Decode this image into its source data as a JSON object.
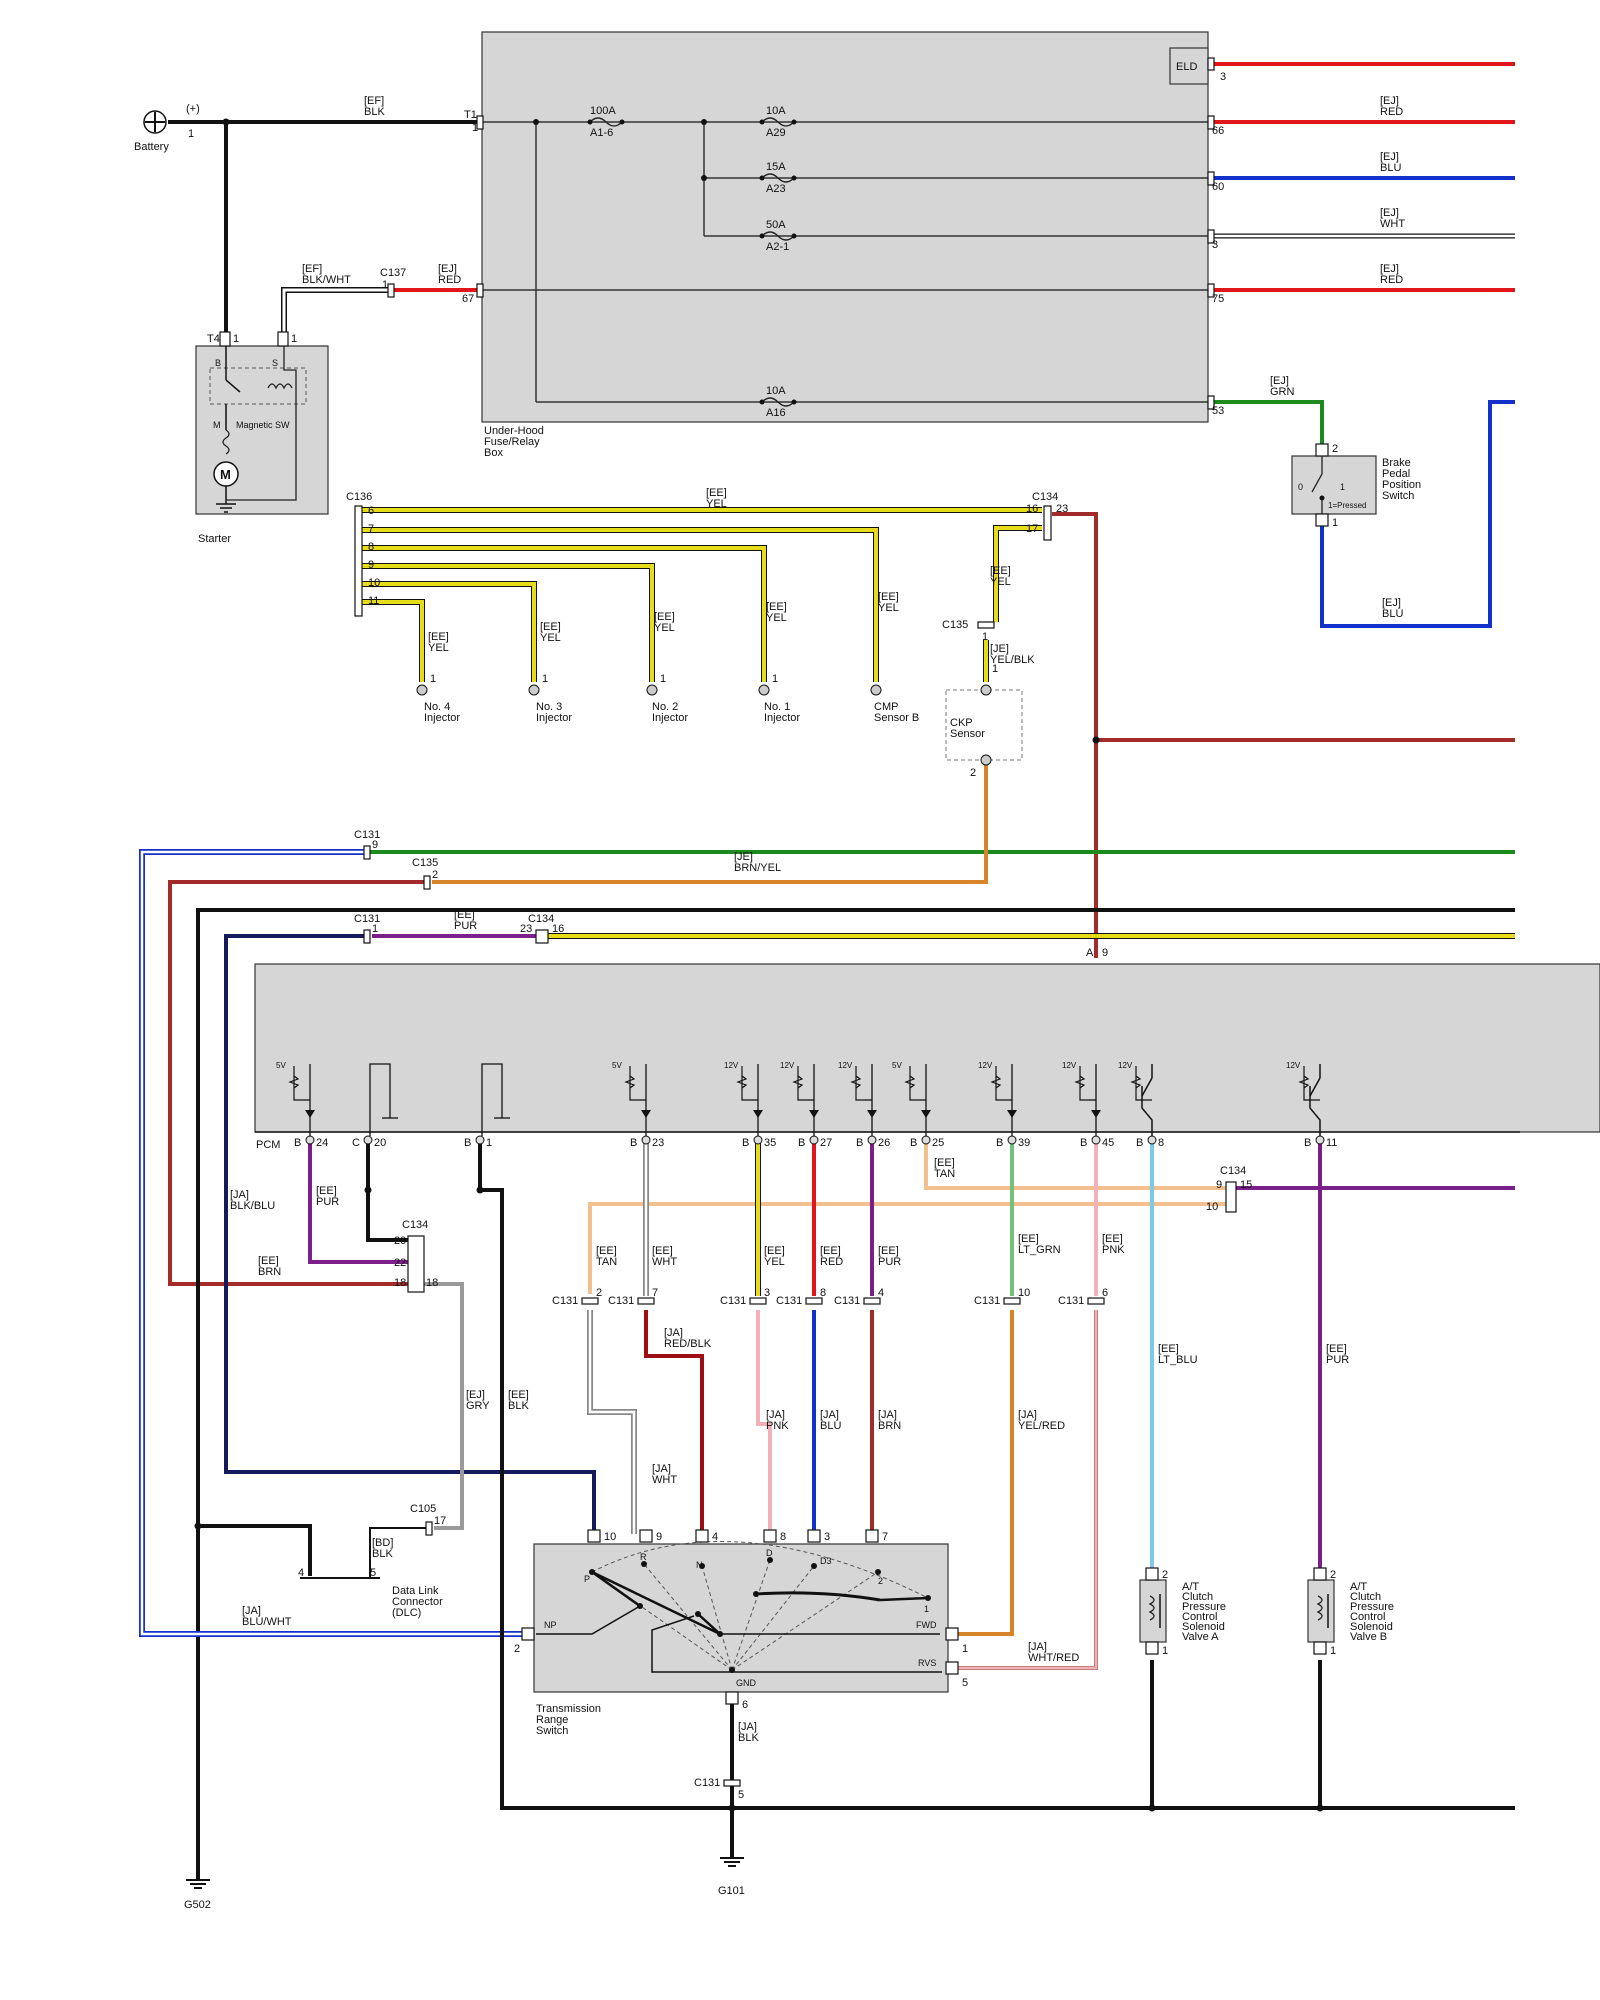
{
  "colors": {
    "RED": "#e0161b",
    "BLU": "#1431c9",
    "GRN": "#1d8a1d",
    "YEL": "#e6dc1a",
    "BLK": "#111111",
    "WHT": "#ffffff",
    "BRN": "#a32c2a",
    "PUR": "#7b1f8a",
    "GRY": "#9a9a9a",
    "TAN": "#f2c08f",
    "PNK": "#f2b1b8",
    "LT_BLU": "#7ec8e8",
    "LT_GRN": "#74c27a",
    "ORANGE": "#d8842a",
    "DKBLU": "#141a5c"
  },
  "fuse_box": {
    "title_lines": [
      "Under-Hood",
      "Fuse/Relay",
      "Box"
    ],
    "eld": "ELD",
    "fuses": [
      {
        "rating": "100A",
        "id": "A1-6"
      },
      {
        "rating": "10A",
        "id": "A29"
      },
      {
        "rating": "15A",
        "id": "A23"
      },
      {
        "rating": "50A",
        "id": "A2-1"
      },
      {
        "rating": "10A",
        "id": "A16"
      }
    ],
    "pins": {
      "t1": "T1",
      "one": "1",
      "p67": "67",
      "p3": "3",
      "p66": "66",
      "p60": "60",
      "p3b": "3",
      "p75": "75",
      "p53": "53"
    }
  },
  "battery": {
    "label": "Battery",
    "plus": "(+)",
    "pin": "1"
  },
  "starter": {
    "label": "Starter",
    "switch": "Magnetic SW",
    "t4": "T4",
    "one": "1",
    "one2": "1",
    "b": "B",
    "s": "S",
    "m": "M"
  },
  "wire_labels": {
    "ef_blk": [
      "[EF]",
      "BLK"
    ],
    "ef_blkwht": [
      "[EF]",
      "BLK/WHT"
    ],
    "ej_red1": [
      "[EJ]",
      "RED"
    ],
    "ej_red2": [
      "[EJ]",
      "RED"
    ],
    "ej_blu": [
      "[EJ]",
      "BLU"
    ],
    "ej_wht": [
      "[EJ]",
      "WHT"
    ],
    "ej_red3": [
      "[EJ]",
      "RED"
    ],
    "ej_grn": [
      "[EJ]",
      "GRN"
    ],
    "ej_blu2": [
      "[EJ]",
      "BLU"
    ],
    "ee_yel_top": [
      "[EE]",
      "YEL"
    ],
    "ee_yel_c135": [
      "[EE]",
      "YEL"
    ],
    "je_yelblk": [
      "[JE]",
      "YEL/BLK"
    ],
    "je_brnyel": [
      "[JE]",
      "BRN/YEL"
    ],
    "ee_pur_top": [
      "[EE]",
      "PUR"
    ],
    "ja_blkblu": [
      "[JA]",
      "BLK/BLU"
    ],
    "ee_pur24": [
      "[EE]",
      "PUR"
    ],
    "ee_brn": [
      "[EE]",
      "BRN"
    ],
    "ej_gry": [
      "[EJ]",
      "GRY"
    ],
    "ee_blk": [
      "[EE]",
      "BLK"
    ],
    "bd_blk": [
      "[BD]",
      "BLK"
    ],
    "ja_bluwht": [
      "[JA]",
      "BLU/WHT"
    ],
    "ee_tan25": [
      "[EE]",
      "TAN"
    ],
    "ee_tan": [
      "[EE]",
      "TAN"
    ],
    "ee_wht": [
      "[EE]",
      "WHT"
    ],
    "ee_yel35": [
      "[EE]",
      "YEL"
    ],
    "ee_red27": [
      "[EE]",
      "RED"
    ],
    "ee_pur26": [
      "[EE]",
      "PUR"
    ],
    "ee_ltgrn": [
      "[EE]",
      "LT_GRN"
    ],
    "ee_pnk": [
      "[EE]",
      "PNK"
    ],
    "ja_redblk": [
      "[JA]",
      "RED/BLK"
    ],
    "ja_pnk": [
      "[JA]",
      "PNK"
    ],
    "ja_blu": [
      "[JA]",
      "BLU"
    ],
    "ja_brn": [
      "[JA]",
      "BRN"
    ],
    "ja_yelred": [
      "[JA]",
      "YEL/RED"
    ],
    "ja_wht": [
      "[JA]",
      "WHT"
    ],
    "ja_whtred": [
      "[JA]",
      "WHT/RED"
    ],
    "ee_ltblu": [
      "[EE]",
      "LT_BLU"
    ],
    "ee_pur11": [
      "[EE]",
      "PUR"
    ],
    "ja_blk": [
      "[JA]",
      "BLK"
    ],
    "ee_yel_inj4": [
      "[EE]",
      "YEL"
    ],
    "ee_yel_inj3": [
      "[EE]",
      "YEL"
    ],
    "ee_yel_inj2": [
      "[EE]",
      "YEL"
    ],
    "ee_yel_inj1": [
      "[EE]",
      "YEL"
    ],
    "ee_yel_cmp": [
      "[EE]",
      "YEL"
    ]
  },
  "c136": {
    "label": "C136",
    "pins": [
      "6",
      "7",
      "8",
      "9",
      "10",
      "11"
    ]
  },
  "components": {
    "injectors": [
      {
        "l1": "No. 4",
        "l2": "Injector",
        "pin": "1"
      },
      {
        "l1": "No. 3",
        "l2": "Injector",
        "pin": "1"
      },
      {
        "l1": "No. 2",
        "l2": "Injector",
        "pin": "1"
      },
      {
        "l1": "No. 1",
        "l2": "Injector",
        "pin": "1"
      }
    ],
    "cmp": {
      "l1": "CMP",
      "l2": "Sensor B",
      "pin": "1"
    },
    "ckp": {
      "l1": "CKP",
      "l2": "Sensor",
      "pin1": "1",
      "pin2": "2"
    },
    "brake": {
      "lines": [
        "Brake",
        "Pedal",
        "Position",
        "Switch"
      ],
      "pin2": "2",
      "pin1": "1",
      "zero": "0",
      "one": "1",
      "pressed": "1=Pressed"
    },
    "dlc": {
      "lines": [
        "Data Link",
        "Connector",
        "(DLC)"
      ],
      "p4": "4",
      "p5": "5"
    },
    "trs": {
      "lines": [
        "Transmission",
        "Range",
        "Switch"
      ],
      "np": "NP",
      "fwd": "FWD",
      "rvs": "RVS",
      "gnd": "GND",
      "pos": [
        "P",
        "R",
        "N",
        "D",
        "D3",
        "2",
        "1"
      ],
      "pins_top": [
        "10",
        "9",
        "4",
        "8",
        "3",
        "7"
      ],
      "p2": "2",
      "p1": "1",
      "p5": "5",
      "p6": "6"
    },
    "solA": {
      "lines": [
        "A/T",
        "Clutch",
        "Pressure",
        "Control",
        "Solenoid",
        "Valve A"
      ],
      "p2": "2",
      "p1": "1"
    },
    "solB": {
      "lines": [
        "A/T",
        "Clutch",
        "Pressure",
        "Control",
        "Solenoid",
        "Valve B"
      ],
      "p2": "2",
      "p1": "1"
    }
  },
  "connectors": {
    "c137": "C137",
    "c137_pin": "1",
    "c134_top": "C134",
    "c134_top_p16": "16",
    "c134_top_p23": "23",
    "c134_top_p17": "17",
    "c135": "C135",
    "c135_pin": "1",
    "c131_9": "C131",
    "c131_9_pin": "9",
    "c135_2": "C135",
    "c135_2_pin": "2",
    "c131_1": "C131",
    "c131_1_pin": "1",
    "c134_mid": "C134",
    "c134_mid_p23": "23",
    "c134_mid_p16": "16",
    "c134_left": "C134",
    "c134_left_pins": [
      "20",
      "22",
      "18",
      "18"
    ],
    "c134_right": "C134",
    "c134_right_pins": [
      "9",
      "15",
      "10"
    ],
    "c105": "C105",
    "c105_pin": "17",
    "c131_row": [
      "C131",
      "C131",
      "C131",
      "C131",
      "C131",
      "C131",
      "C131"
    ],
    "c131_row_pins": [
      "2",
      "7",
      "3",
      "8",
      "4",
      "10",
      "6"
    ],
    "c131_gnd": "C131",
    "c131_gnd_pin": "5"
  },
  "pcm": {
    "label": "PCM",
    "a9": [
      "A",
      "9"
    ],
    "pins": [
      {
        "b": "B",
        "n": "24",
        "v": "5V"
      },
      {
        "b": "C",
        "n": "20",
        "v": ""
      },
      {
        "b": "B",
        "n": "1",
        "v": ""
      },
      {
        "b": "B",
        "n": "23",
        "v": "5V"
      },
      {
        "b": "B",
        "n": "35",
        "v": "12V"
      },
      {
        "b": "B",
        "n": "27",
        "v": "12V"
      },
      {
        "b": "B",
        "n": "26",
        "v": "12V"
      },
      {
        "b": "B",
        "n": "25",
        "v": "5V"
      },
      {
        "b": "B",
        "n": "39",
        "v": "12V"
      },
      {
        "b": "B",
        "n": "45",
        "v": "12V"
      },
      {
        "b": "B",
        "n": "8",
        "v": "12V"
      },
      {
        "b": "B",
        "n": "11",
        "v": "12V"
      }
    ]
  },
  "grounds": {
    "g502": "G502",
    "g101": "G101"
  }
}
